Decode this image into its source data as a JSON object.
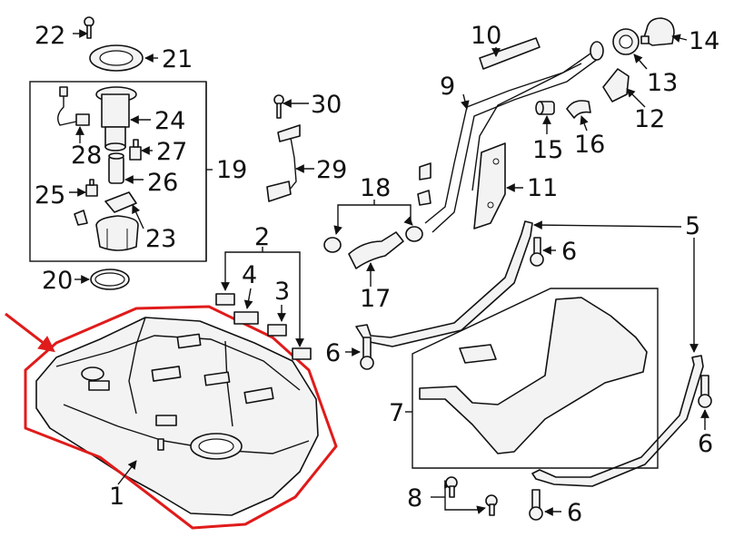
{
  "callouts": {
    "c1": "1",
    "c2": "2",
    "c3": "3",
    "c4": "4",
    "c5": "5",
    "c6a": "6",
    "c6b": "6",
    "c6c": "6",
    "c6d": "6",
    "c7": "7",
    "c8": "8",
    "c9": "9",
    "c10": "10",
    "c11": "11",
    "c12": "12",
    "c13": "13",
    "c14": "14",
    "c15": "15",
    "c16": "16",
    "c17": "17",
    "c18": "18",
    "c19": "19",
    "c20": "20",
    "c21": "21",
    "c22": "22",
    "c23": "23",
    "c24": "24",
    "c25": "25",
    "c26": "26",
    "c27": "27",
    "c28": "28",
    "c29": "29",
    "c30": "30"
  },
  "highlight_color": "#e01b1b",
  "ink_color": "#111111"
}
